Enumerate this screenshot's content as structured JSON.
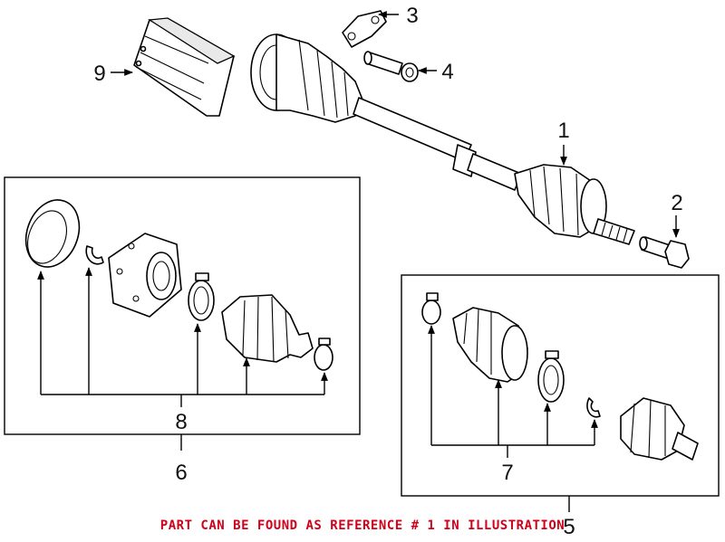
{
  "callouts": {
    "c1": "1",
    "c2": "2",
    "c3": "3",
    "c4": "4",
    "c5": "5",
    "c6": "6",
    "c7": "7",
    "c8": "8",
    "c9": "9"
  },
  "footer_note": "PART CAN BE FOUND AS REFERENCE # 1 IN ILLUSTRATION",
  "colors": {
    "footer_text": "#d0021b",
    "line_art": "#000000",
    "background": "#ffffff"
  }
}
